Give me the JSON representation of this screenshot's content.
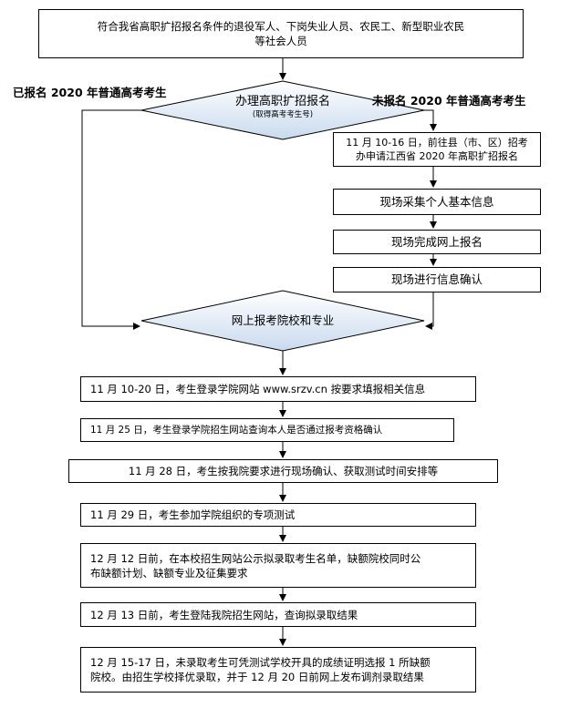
{
  "top_box": {
    "line1": "符合我省高职扩招报名条件的退役军人、下岗失业人员、农民工、新型职业农民",
    "line2": "等社会人员"
  },
  "left_branch_label": "已报名 2020 年普通高考考生",
  "right_branch_label": "未报名 2020 年普通高考考生",
  "decision1": {
    "title": "办理高职扩招报名",
    "subtitle": "(取得高考考生号)"
  },
  "right_steps": [
    {
      "line1": "11 月 10-16 日，前往县（市、区）招考",
      "line2": "办申请江西省 2020 年高职扩招报名"
    },
    {
      "text": "现场采集个人基本信息"
    },
    {
      "text": "现场完成网上报名"
    },
    {
      "text": "现场进行信息确认"
    }
  ],
  "decision2": {
    "title": "网上报考院校和专业"
  },
  "steps": [
    {
      "text": "11 月 10-20 日，考生登录学院网站 www.srzv.cn 按要求填报相关信息"
    },
    {
      "text": "11 月 25 日，考生登录学院招生网站查询本人是否通过报考资格确认"
    },
    {
      "text": "11 月 28 日，考生按我院要求进行现场确认、获取测试时间安排等"
    },
    {
      "text": "11 月 29 日，考生参加学院组织的专项测试"
    },
    {
      "line1": "12 月 12 日前，在本校招生网站公示拟录取考生名单，缺额院校同时公",
      "line2": "布缺额计划、缺额专业及征集要求"
    },
    {
      "text": "12 月 13 日前，考生登陆我院招生网站，查询拟录取结果"
    },
    {
      "line1": "12 月 15-17 日，未录取考生可凭测试学校开具的成绩证明选报 1 所缺额",
      "line2": "院校。由招生学校择优录取，并于 12 月 20 日前网上发布调剂录取结果"
    }
  ],
  "colors": {
    "diamond_fill": "#dce8f5",
    "line": "#000000"
  }
}
